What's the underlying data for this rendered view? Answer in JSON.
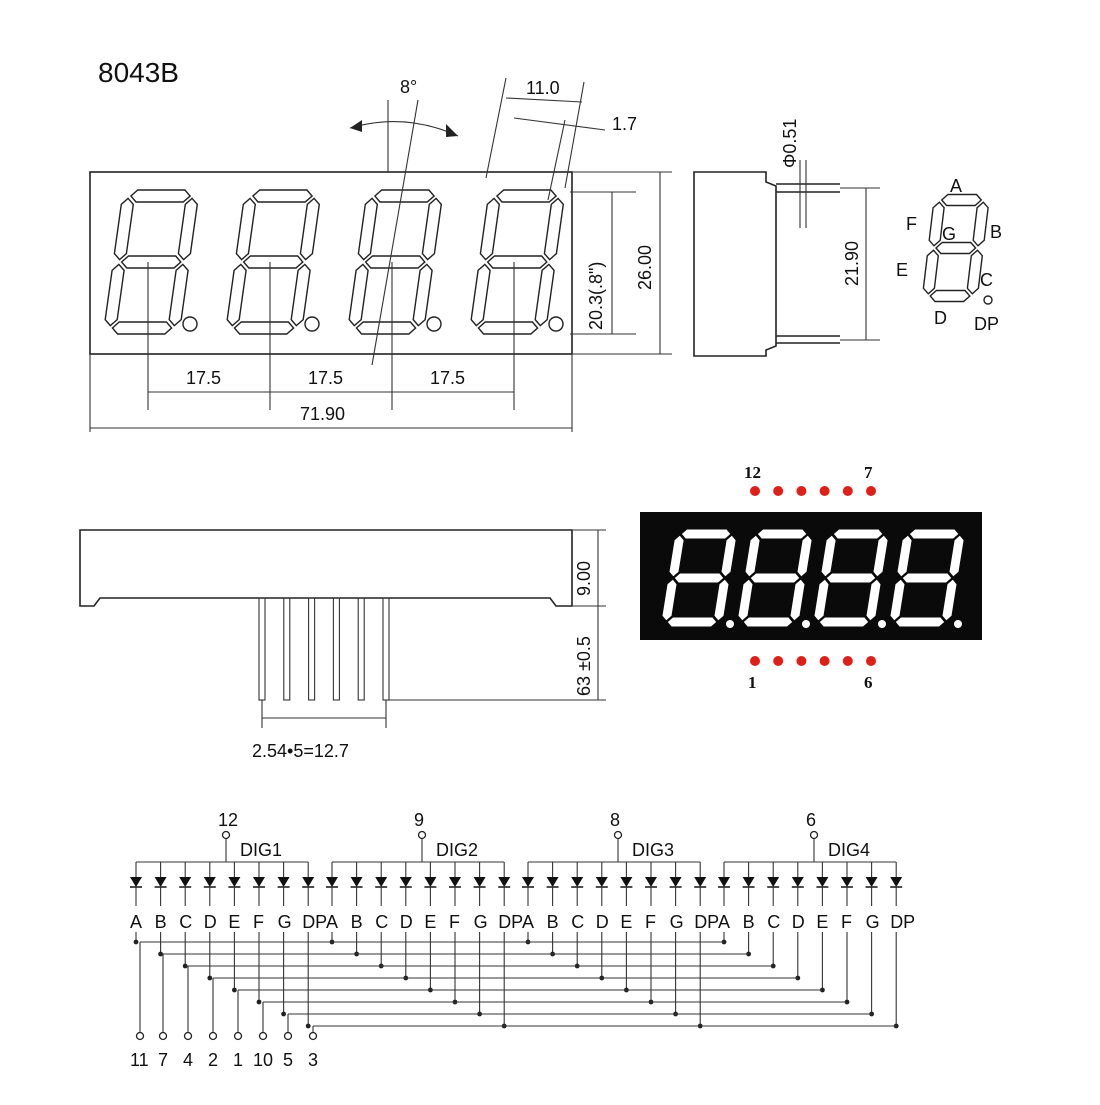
{
  "model": "8043B",
  "front_view": {
    "angle_label": "8°",
    "segment_width": "11.0",
    "segment_gap": "1.7",
    "digit_height": "20.3(.8\")",
    "overall_height": "26.00",
    "pitches": [
      "17.5",
      "17.5",
      "17.5"
    ],
    "overall_width": "71.90"
  },
  "side_view": {
    "pin_diameter": "Φ0.51",
    "pin_span": "21.90"
  },
  "segment_map": {
    "labels": [
      "A",
      "B",
      "C",
      "D",
      "E",
      "F",
      "G",
      "DP"
    ]
  },
  "bottom_view": {
    "body_height": "9.00",
    "pin_length": "63 ±0.5",
    "pin_pitch": "2.54•5=12.7"
  },
  "display_photo": {
    "top_pins": [
      "12",
      "7"
    ],
    "bottom_pins": [
      "1",
      "6"
    ],
    "pin_dot_color": "#e02018"
  },
  "circuit": {
    "digits": [
      {
        "name": "DIG1",
        "pin": "12"
      },
      {
        "name": "DIG2",
        "pin": "9"
      },
      {
        "name": "DIG3",
        "pin": "8"
      },
      {
        "name": "DIG4",
        "pin": "6"
      }
    ],
    "segment_labels": [
      "A",
      "B",
      "C",
      "D",
      "E",
      "F",
      "G",
      "DP"
    ],
    "segment_pins": [
      "11",
      "7",
      "4",
      "2",
      "1",
      "10",
      "5",
      "3"
    ]
  }
}
